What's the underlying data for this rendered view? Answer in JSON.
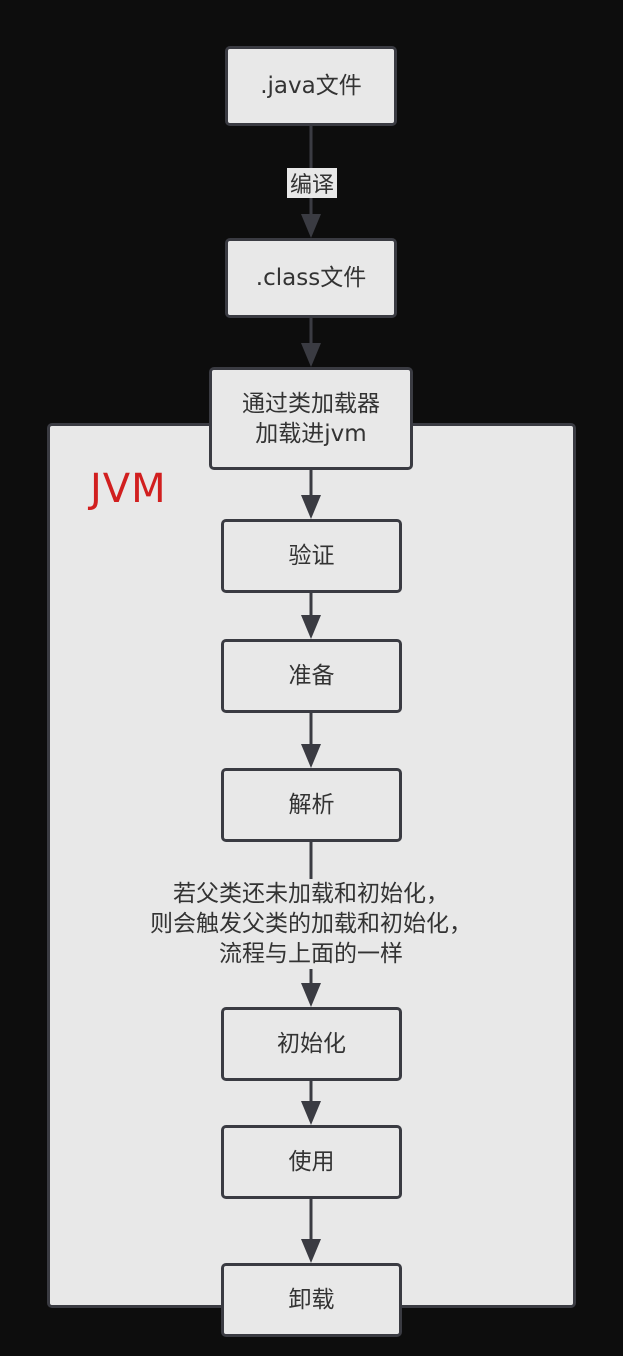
{
  "nodes": {
    "java_file": ".java文件",
    "class_file": ".class文件",
    "load": "通过类加载器\n加载进jvm",
    "verify": "验证",
    "prepare": "准备",
    "resolve": "解析",
    "initialize": "初始化",
    "use": "使用",
    "unload": "卸载"
  },
  "container": {
    "label": "JVM"
  },
  "edges": {
    "compile_label": "编译",
    "parent_note": "若父类还未加载和初始化，\n则会触发父类的加载和初始化，\n流程与上面的一样"
  },
  "colors": {
    "background": "#0d0d0d",
    "node_fill": "#e8e8e8",
    "stroke": "#3a3b42",
    "jvm_label": "#d11f1f"
  }
}
